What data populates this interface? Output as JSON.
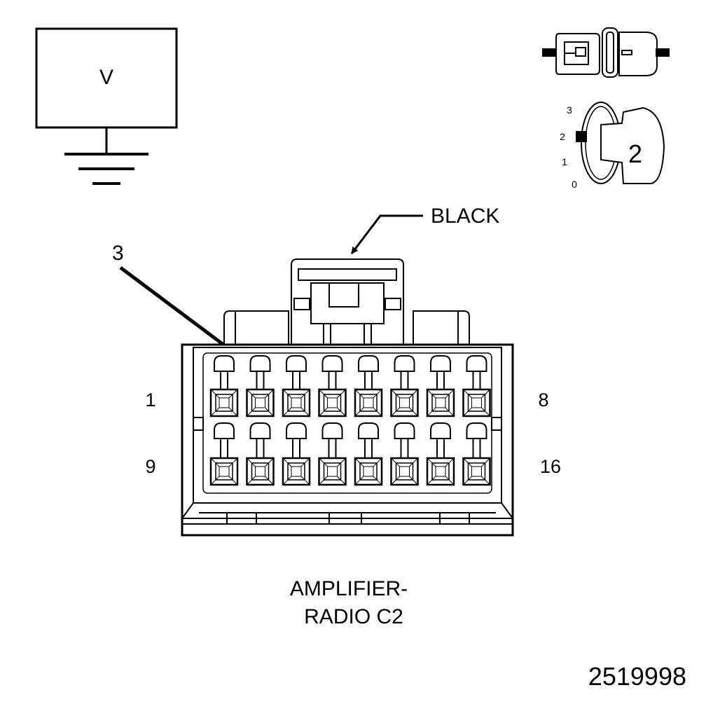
{
  "meter": {
    "label": "V"
  },
  "switch_positions": [
    "3",
    "2",
    "1",
    "0"
  ],
  "ignition_position": "2",
  "connector": {
    "color_label": "BLACK",
    "pin_callout": "3",
    "row_labels": {
      "top_left": "1",
      "top_right": "8",
      "bottom_left": "9",
      "bottom_right": "16"
    },
    "pins_per_row": 8,
    "highlighted_pin": 3,
    "caption_line1": "AMPLIFIER-",
    "caption_line2": "RADIO C2"
  },
  "figure_id": "2519998"
}
